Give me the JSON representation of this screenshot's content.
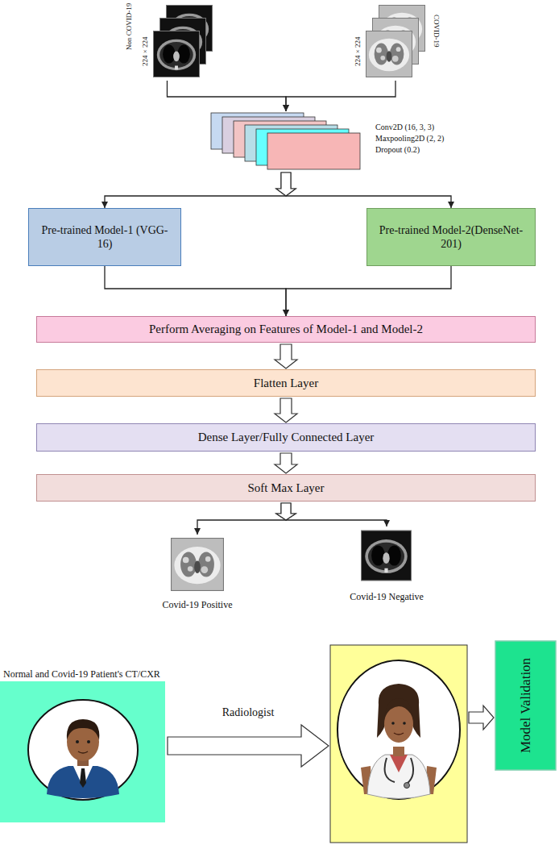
{
  "diagram": {
    "nodes": [
      {
        "text": [
          "Non COVID-19",
          "224 × 224"
        ]
      },
      {
        "text": [
          "224 × 224",
          "COVID-19"
        ]
      },
      {
        "text": [
          "Conv2D (16, 3, 3)",
          "Maxpooling2D (2, 2)",
          "Dropout (0.2)"
        ]
      },
      {
        "text": [
          "Pre-trained Model-1 (VGG-16)"
        ]
      },
      {
        "text": [
          "Pre-trained Model-2(DenseNet-201)"
        ]
      },
      {
        "text": [
          "Perform Averaging on Features of Model-1 and Model-2"
        ]
      },
      {
        "text": [
          "Flatten Layer"
        ]
      },
      {
        "text": [
          "Dense Layer/Fully Connected Layer"
        ]
      },
      {
        "text": [
          "Soft Max Layer"
        ]
      },
      {
        "text": [
          "Covid-19 Positive"
        ]
      },
      {
        "text": [
          "Covid-19 Negative"
        ]
      },
      {
        "text": [
          "Normal and Covid-19 Patient's CT/CXR"
        ]
      },
      {
        "text": []
      },
      {
        "text": [
          "Model Validation"
        ]
      }
    ],
    "edges": [
      {
        "from": 0,
        "to": 2,
        "arrow": "to"
      },
      {
        "from": 1,
        "to": 2,
        "arrow": "to"
      },
      {
        "from": 2,
        "to": 3,
        "arrow": "to"
      },
      {
        "from": 2,
        "to": 4,
        "arrow": "to"
      },
      {
        "from": 3,
        "to": 5,
        "arrow": "to"
      },
      {
        "from": 4,
        "to": 5,
        "arrow": "to"
      },
      {
        "from": 5,
        "to": 6,
        "arrow": "to"
      },
      {
        "from": 6,
        "to": 7,
        "arrow": "to"
      },
      {
        "from": 7,
        "to": 8,
        "arrow": "to"
      },
      {
        "from": 8,
        "to": 9,
        "arrow": "to"
      },
      {
        "from": 8,
        "to": 10,
        "arrow": "to"
      },
      {
        "from": 11,
        "to": 12,
        "label": "Radiologist",
        "arrow": "to"
      },
      {
        "from": 12,
        "to": 13,
        "arrow": "to"
      }
    ]
  }
}
